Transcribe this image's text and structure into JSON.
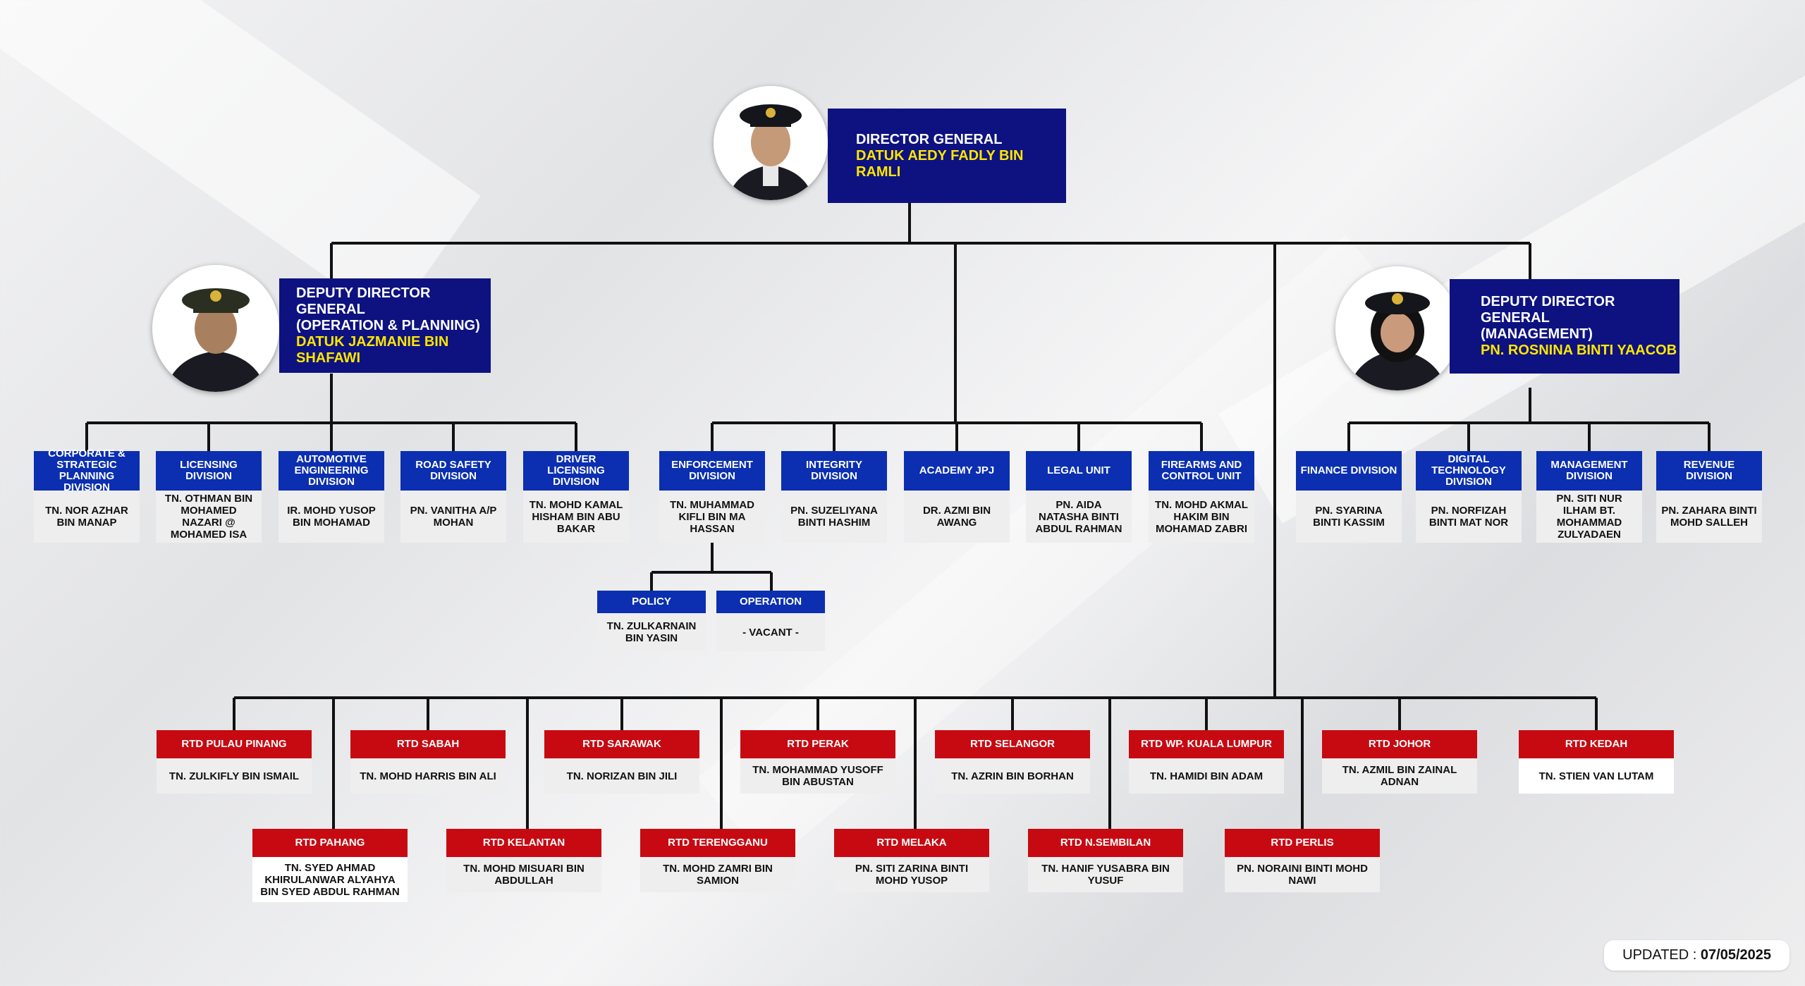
{
  "director_general": {
    "title": "DIRECTOR GENERAL",
    "name": "DATUK AEDY FADLY BIN RAMLI"
  },
  "ddg_operation": {
    "title_line1": "DEPUTY DIRECTOR GENERAL",
    "title_line2": "(OPERATION & PLANNING)",
    "name": "DATUK JAZMANIE BIN SHAFAWI"
  },
  "ddg_management": {
    "title_line1": "DEPUTY DIRECTOR GENERAL",
    "title_line2": "(MANAGEMENT)",
    "name": "PN. ROSNINA BINTI YAACOB"
  },
  "operation_divisions": [
    {
      "title": "CORPORATE & STRATEGIC PLANNING DIVISION",
      "name": "TN. NOR AZHAR BIN MANAP"
    },
    {
      "title": "LICENSING DIVISION",
      "name": "TN. OTHMAN BIN MOHAMED NAZARI @ MOHAMED ISA"
    },
    {
      "title": "AUTOMOTIVE ENGINEERING DIVISION",
      "name": "IR. MOHD YUSOP BIN MOHAMAD"
    },
    {
      "title": "ROAD SAFETY DIVISION",
      "name": "PN. VANITHA A/P MOHAN"
    },
    {
      "title": "DRIVER LICENSING DIVISION",
      "name": "TN. MOHD KAMAL HISHAM BIN ABU BAKAR"
    }
  ],
  "dg_units": [
    {
      "title": "ENFORCEMENT DIVISION",
      "name": "TN. MUHAMMAD KIFLI BIN MA HASSAN"
    },
    {
      "title": "INTEGRITY DIVISION",
      "name": "PN. SUZELIYANA BINTI HASHIM"
    },
    {
      "title": "ACADEMY JPJ",
      "name": "DR. AZMI BIN AWANG"
    },
    {
      "title": "LEGAL UNIT",
      "name": "PN. AIDA NATASHA BINTI ABDUL RAHMAN"
    },
    {
      "title": "FIREARMS AND CONTROL UNIT",
      "name": "TN. MOHD AKMAL HAKIM BIN MOHAMAD ZABRI"
    }
  ],
  "enforcement_sub": [
    {
      "title": "POLICY",
      "name": "TN. ZULKARNAIN BIN YASIN"
    },
    {
      "title": "OPERATION",
      "name": "- VACANT -"
    }
  ],
  "management_divisions": [
    {
      "title": "FINANCE DIVISION",
      "name": "PN. SYARINA BINTI KASSIM"
    },
    {
      "title": "DIGITAL TECHNOLOGY DIVISION",
      "name": "PN. NORFIZAH BINTI MAT NOR"
    },
    {
      "title": "MANAGEMENT DIVISION",
      "name": "PN. SITI NUR ILHAM BT. MOHAMMAD ZULYADAEN"
    },
    {
      "title": "REVENUE DIVISION",
      "name": "PN. ZAHARA BINTI MOHD SALLEH"
    }
  ],
  "rtd_top": [
    {
      "title": "RTD PULAU PINANG",
      "name": "TN. ZULKIFLY BIN ISMAIL"
    },
    {
      "title": "RTD SABAH",
      "name": "TN. MOHD HARRIS BIN ALI"
    },
    {
      "title": "RTD SARAWAK",
      "name": "TN. NORIZAN BIN JILI"
    },
    {
      "title": "RTD PERAK",
      "name": "TN. MOHAMMAD YUSOFF BIN ABUSTAN"
    },
    {
      "title": "RTD SELANGOR",
      "name": "TN. AZRIN BIN BORHAN"
    },
    {
      "title": "RTD WP. KUALA LUMPUR",
      "name": "TN. HAMIDI BIN ADAM"
    },
    {
      "title": "RTD JOHOR",
      "name": "TN. AZMIL BIN ZAINAL ADNAN"
    },
    {
      "title": "RTD KEDAH",
      "name": "TN. STIEN VAN LUTAM"
    }
  ],
  "rtd_bottom": [
    {
      "title": "RTD PAHANG",
      "name": "TN. SYED AHMAD KHIRULANWAR ALYAHYA BIN SYED ABDUL RAHMAN"
    },
    {
      "title": "RTD KELANTAN",
      "name": "TN. MOHD MISUARI BIN ABDULLAH"
    },
    {
      "title": "RTD TERENGGANU",
      "name": "TN. MOHD ZAMRI BIN SAMION"
    },
    {
      "title": "RTD MELAKA",
      "name": "PN. SITI ZARINA BINTI MOHD YUSOP"
    },
    {
      "title": "RTD N.SEMBILAN",
      "name": "TN. HANIF YUSABRA BIN YUSUF"
    },
    {
      "title": "RTD PERLIS",
      "name": "PN. NORAINI BINTI MOHD NAWI"
    }
  ],
  "updated": {
    "label": "UPDATED :",
    "date": "07/05/2025"
  },
  "colors": {
    "division_header": "#0b2fb0",
    "rtd_header": "#c70a12",
    "executive": "#0d1280",
    "executive_name": "#ffe600"
  }
}
